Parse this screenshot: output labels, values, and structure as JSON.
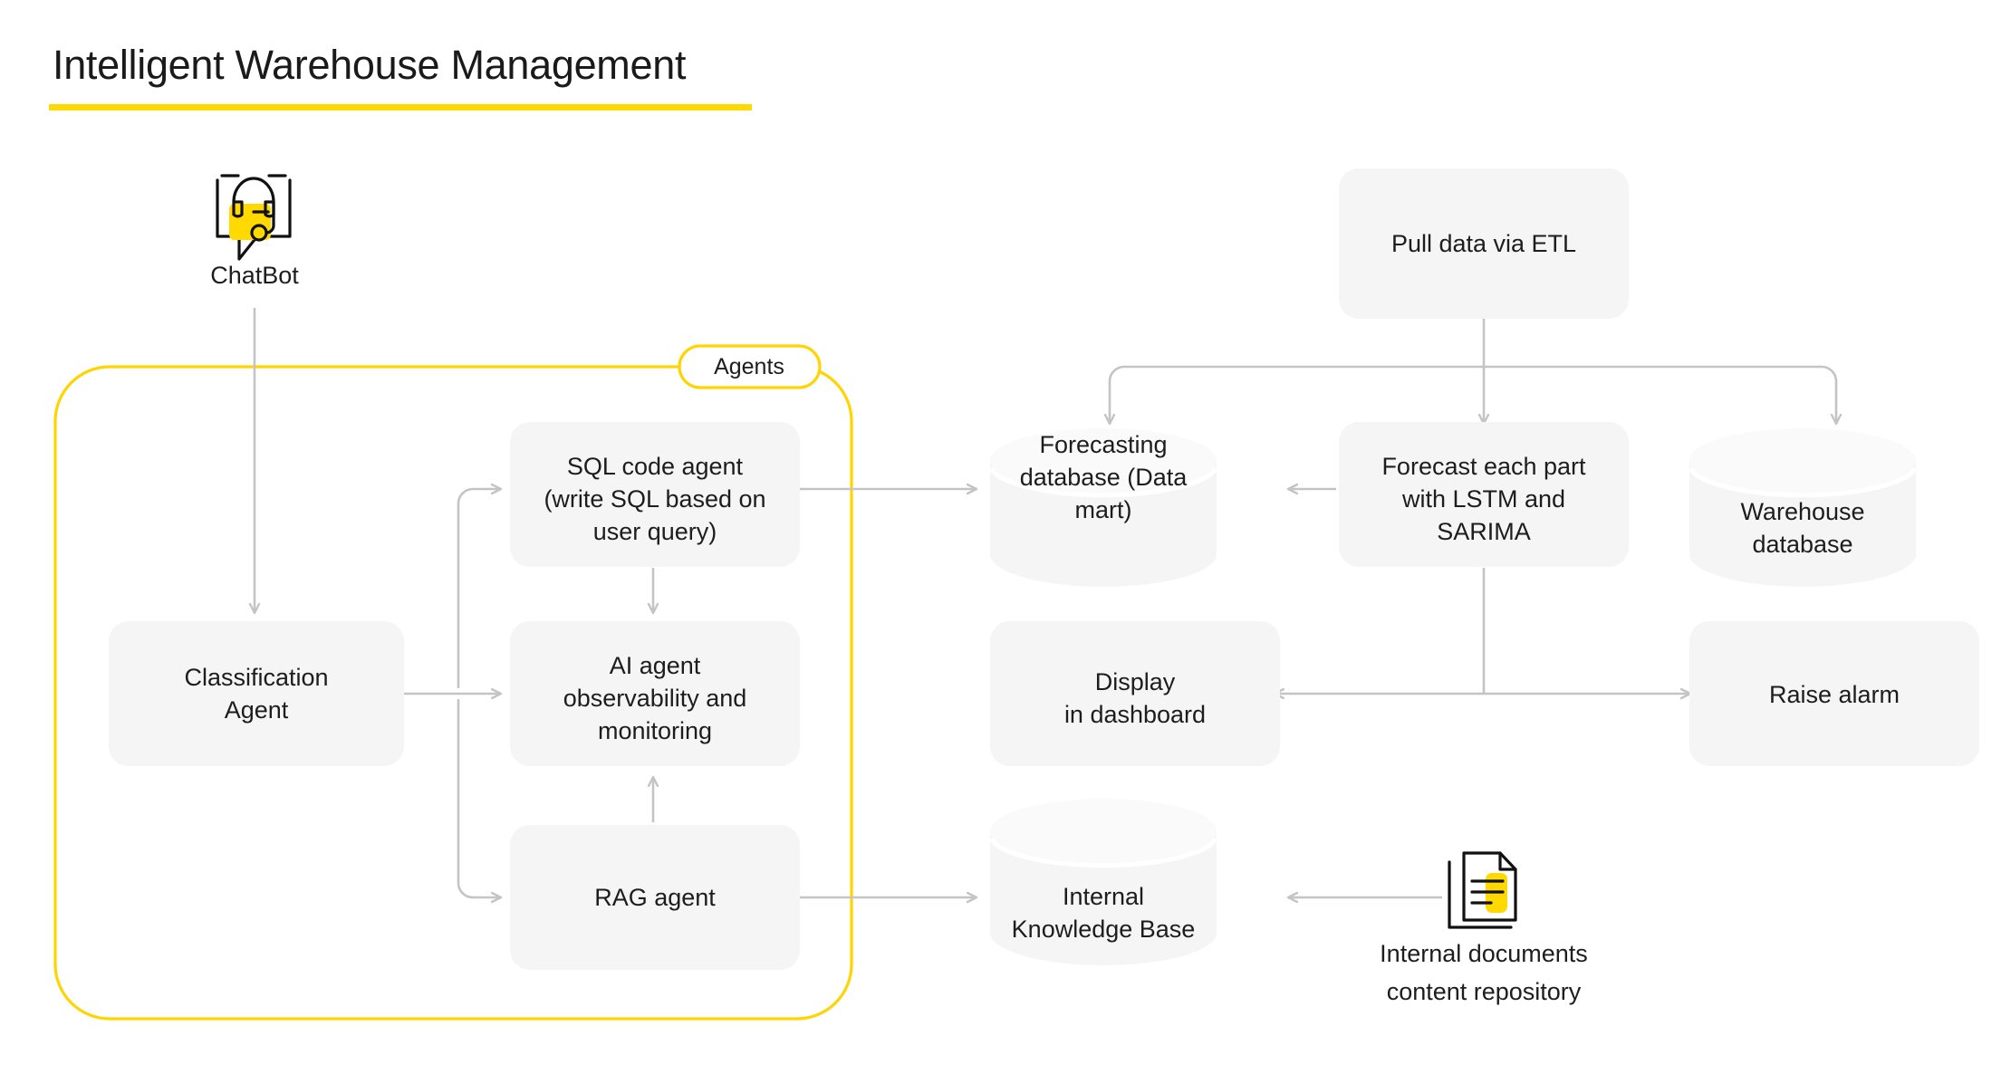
{
  "page": {
    "title": "Intelligent Warehouse Management",
    "accent_color": "#ffd900",
    "node_fill_color": "#f5f5f5",
    "edge_color": "#c4c4c4",
    "background_color": "#ffffff"
  },
  "group": {
    "badge_label": "Agents"
  },
  "icons": {
    "chatbot": {
      "name": "chatbot-headset-icon",
      "caption": "ChatBot"
    },
    "documents": {
      "name": "document-repository-icon",
      "caption_line1": "Internal documents",
      "caption_line2": "content repository"
    }
  },
  "nodes": {
    "classification_agent": {
      "lines": [
        "Classification",
        "Agent"
      ],
      "shape": "rounded-rect"
    },
    "sql_code_agent": {
      "lines": [
        "SQL code agent",
        "(write SQL based on",
        "user query)"
      ],
      "shape": "rounded-rect"
    },
    "ai_observability": {
      "lines": [
        "AI agent",
        "observability and",
        "monitoring"
      ],
      "shape": "rounded-rect"
    },
    "rag_agent": {
      "lines": [
        "RAG agent"
      ],
      "shape": "rounded-rect"
    },
    "pull_etl": {
      "lines": [
        "Pull data via ETL"
      ],
      "shape": "rounded-rect"
    },
    "forecast_models": {
      "lines": [
        "Forecast each part",
        "with LSTM and",
        "SARIMA"
      ],
      "shape": "rounded-rect"
    },
    "forecasting_db": {
      "lines": [
        "Forecasting",
        "database (Data",
        "mart)"
      ],
      "shape": "cylinder"
    },
    "warehouse_db": {
      "lines": [
        "Warehouse",
        "database"
      ],
      "shape": "cylinder"
    },
    "internal_kb": {
      "lines": [
        "Internal",
        "Knowledge Base"
      ],
      "shape": "cylinder"
    },
    "display_dashboard": {
      "lines": [
        "Display",
        "in dashboard"
      ],
      "shape": "rounded-rect"
    },
    "raise_alarm": {
      "lines": [
        "Raise alarm"
      ],
      "shape": "rounded-rect"
    }
  }
}
